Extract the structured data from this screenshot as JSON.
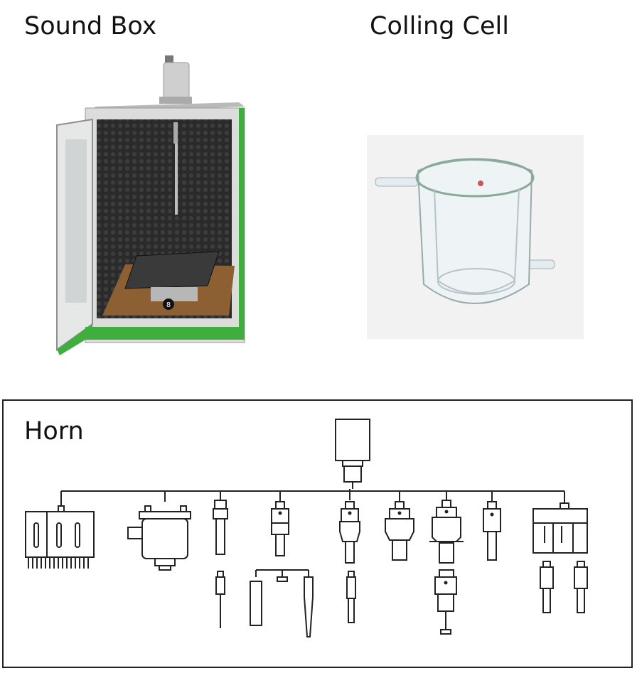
{
  "panels": {
    "sound_box": {
      "title": "Sound Box"
    },
    "cooling_cell": {
      "title": "Colling Cell"
    },
    "horn": {
      "title": "Horn"
    }
  },
  "colors": {
    "frame_green": "#3fae3f",
    "foam": "#2b2b2b",
    "cork": "#9a6a3c",
    "line": "#222222",
    "glass": "#cfe3ea"
  },
  "icons": [
    "sound-box-photo",
    "cooling-cell-photo",
    "horn-transducer-icon",
    "horn-tip-icon"
  ]
}
